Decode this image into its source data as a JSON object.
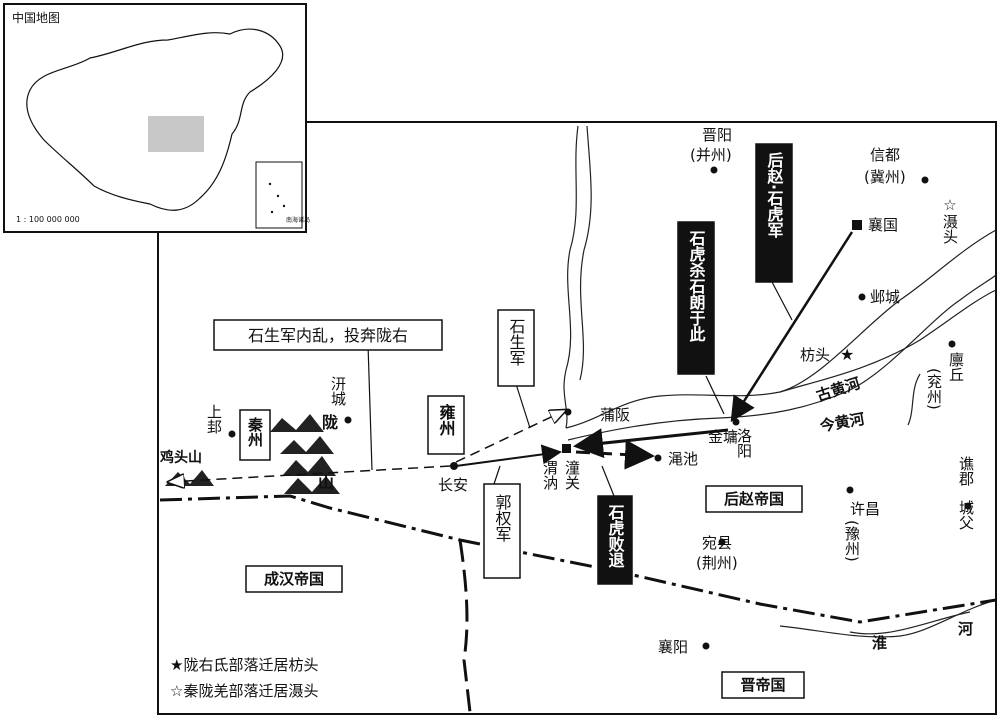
{
  "inset": {
    "title": "中国地图",
    "scale": "1 : 100 000 000",
    "south_sea_label": "南海诸岛"
  },
  "labels": {
    "jinyang": "晋阳",
    "bingzhou": "(并州)",
    "xindu": "信都",
    "jizhou": "(冀州)",
    "shetou": "☆滠头",
    "xiangguo": "襄国",
    "yecheng": "邺城",
    "fangtou": "枋头",
    "linqiu": "廪丘",
    "yanzhou": "(兖州)",
    "gu_huanghe": "古黄河",
    "jin_huanghe": "今黄河",
    "puban": "蒲阪",
    "jinyong": "金墉",
    "luoyang": "洛阳",
    "mianchi": "渑池",
    "weina": "渭汭",
    "tongguan": "潼关",
    "changan": "长安",
    "qianCheng": "汧城",
    "shanggui": "上邽",
    "long": "陇",
    "shan": "山",
    "jitoushan": "鸡头山",
    "qiaojun": "谯郡",
    "chengfu": "城父",
    "xuchang": "许昌",
    "yuzhou": "(豫州)",
    "wanxian": "宛县",
    "jingzhou": "(荆州)",
    "xiangyang": "襄阳",
    "huai": "淮",
    "he": "河"
  },
  "regions": {
    "houzhao": "后赵帝国",
    "chenghan": "成汉帝国",
    "jin": "晋帝国"
  },
  "boxes": {
    "shisheng_neiluan": "石生军内乱，投奔陇右",
    "shisheng_jun": "石生军",
    "shihu_sha": "石虎杀石朗于此",
    "houzhao_shihu": "后赵·石虎军",
    "yongzhou": "雍州",
    "qinzhou": "秦州",
    "guoquan_jun": "郭权军",
    "shihu_baitui": "石虎败退"
  },
  "legend": {
    "item1": "★陇右氐部落迁居枋头",
    "item2": "☆秦陇羌部落迁居滠头"
  }
}
